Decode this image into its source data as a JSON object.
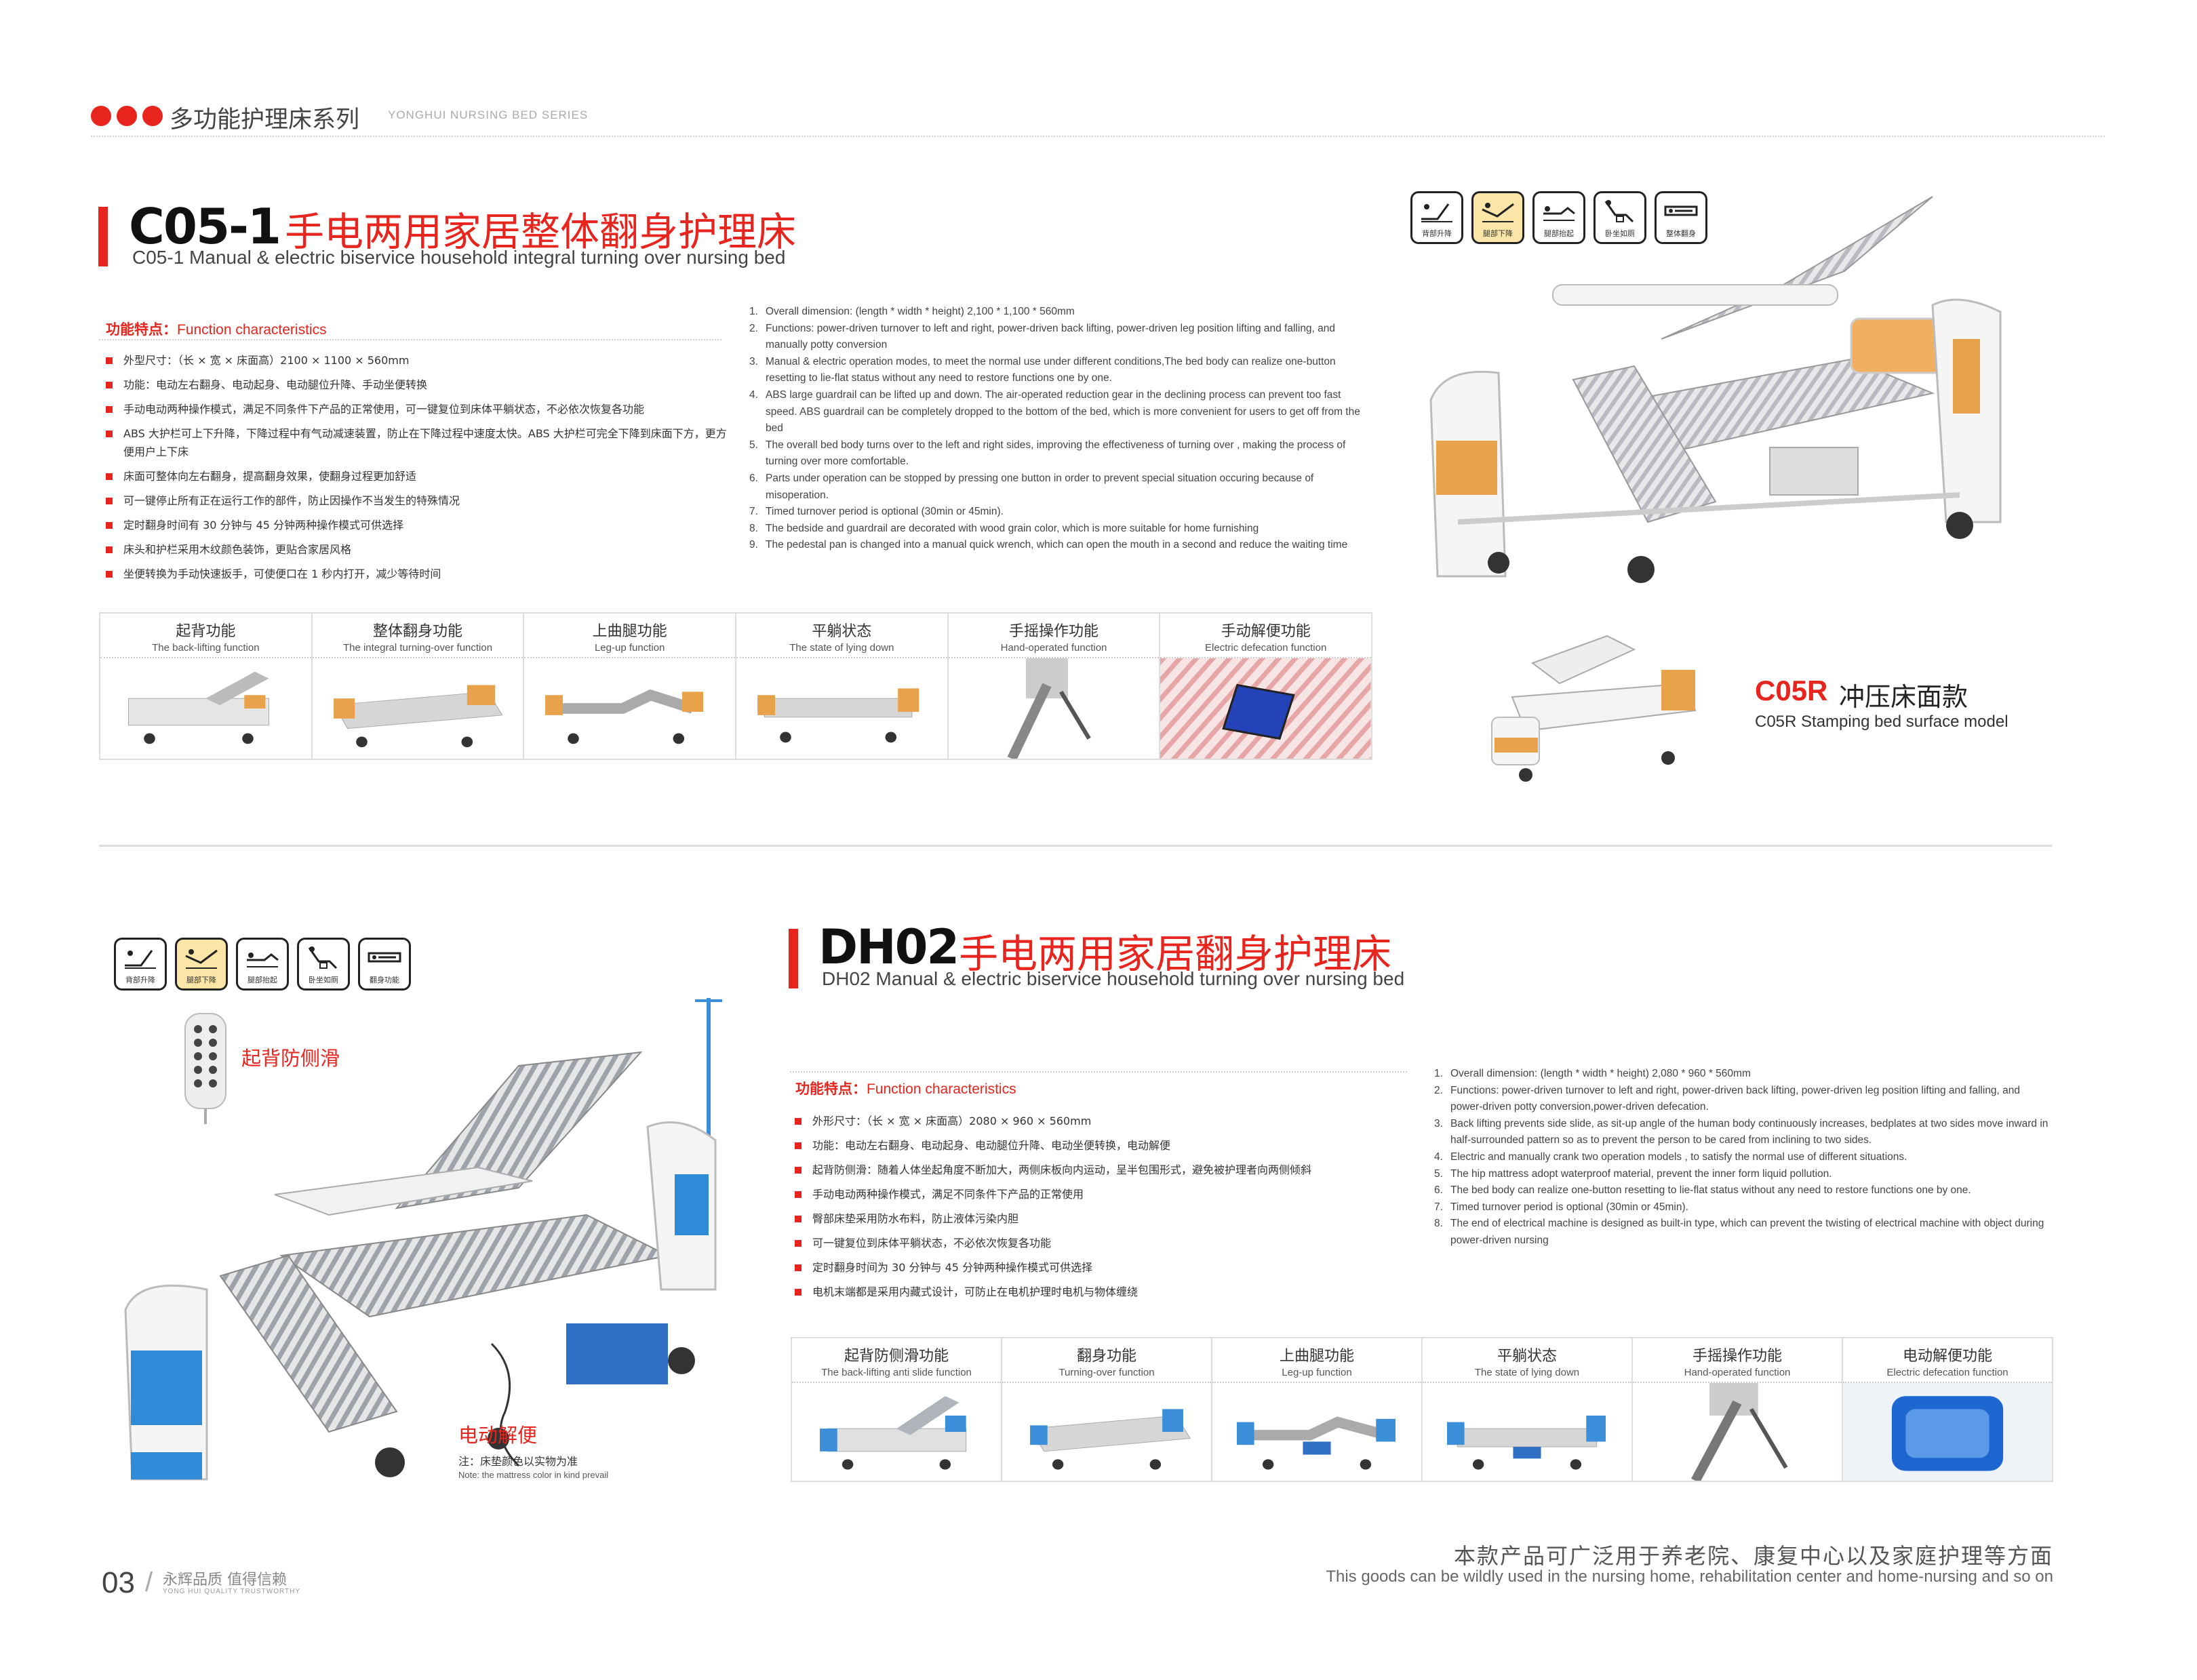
{
  "header": {
    "series_cn": "多功能护理床系列",
    "series_en": "YONGHUI NURSING BED SERIES"
  },
  "c05": {
    "model": "C05-1",
    "title_cn": "手电两用家居整体翻身护理床",
    "subtitle_en": "C05-1 Manual & electric biservice household integral turning over nursing bed",
    "feature_head_cn": "功能特点：",
    "feature_head_en": "Function characteristics",
    "features_cn": [
      "外型尺寸：（长 × 宽 × 床面高）2100 × 1100 × 560mm",
      "功能：电动左右翻身、电动起身、电动腿位升降、手动坐便转换",
      "手动电动两种操作模式，满足不同条件下产品的正常使用，可一键复位到床体平躺状态，不必依次恢复各功能",
      "ABS 大护栏可上下升降，下降过程中有气动减速装置，防止在下降过程中速度太快。ABS 大护栏可完全下降到床面下方，更方便用户上下床",
      "床面可整体向左右翻身，提高翻身效果，使翻身过程更加舒适",
      "可一键停止所有正在运行工作的部件，防止因操作不当发生的特殊情况",
      "定时翻身时间有 30 分钟与 45 分钟两种操作模式可供选择",
      "床头和护栏采用木纹颜色装饰，更贴合家居风格",
      "坐便转换为手动快速扳手，可使便口在 1 秒内打开，减少等待时间"
    ],
    "features_en": [
      {
        "n": "1.",
        "t": "Overall dimension: (length * width * height) 2,100 * 1,100 * 560mm"
      },
      {
        "n": "2.",
        "t": "Functions: power-driven turnover to left and right, power-driven back lifting, power-driven leg position lifting and falling, and manually potty conversion"
      },
      {
        "n": "3.",
        "t": "Manual & electric operation modes, to meet the normal use under different conditions,The bed body can realize one-button resetting to lie-flat status without any need to restore functions one by one."
      },
      {
        "n": "4.",
        "t": "ABS large guardrail can be lifted up and down. The air-operated reduction gear in the declining process can prevent too fast speed. ABS guardrail can be completely dropped to the bottom of the bed, which is more convenient for users to get off from the bed"
      },
      {
        "n": "5.",
        "t": "The overall bed body turns over to the left and right sides, improving the effectiveness of turning over , making the process of turning over more comfortable."
      },
      {
        "n": "6.",
        "t": "Parts under operation can be stopped by pressing one button in order to prevent special situation occuring because of misoperation."
      },
      {
        "n": "7.",
        "t": "Timed turnover period is optional (30min or 45min)."
      },
      {
        "n": "8.",
        "t": "The bedside and guardrail are decorated with wood grain color, which is more suitable for home furnishing"
      },
      {
        "n": "9.",
        "t": "The pedestal pan is changed into a manual quick wrench, which can open the mouth in a second and reduce the waiting time"
      }
    ],
    "icons": [
      {
        "label": "背部升降",
        "hl": false
      },
      {
        "label": "腿部下降",
        "hl": true
      },
      {
        "label": "腿部抬起",
        "hl": false
      },
      {
        "label": "卧坐如厕",
        "hl": false
      },
      {
        "label": "整体翻身",
        "hl": false
      }
    ],
    "functions": [
      {
        "cn": "起背功能",
        "en": "The back-lifting function"
      },
      {
        "cn": "整体翻身功能",
        "en": "The integral turning-over function"
      },
      {
        "cn": "上曲腿功能",
        "en": "Leg-up  function"
      },
      {
        "cn": "平躺状态",
        "en": "The state of lying down"
      },
      {
        "cn": "手摇操作功能",
        "en": "Hand-operated function"
      },
      {
        "cn": "手动解便功能",
        "en": "Electric defecation function"
      }
    ],
    "accent_color": "#f0a030"
  },
  "c05r": {
    "model": "C05R",
    "name_cn": "冲压床面款",
    "name_en": "C05R Stamping bed surface model"
  },
  "dh02": {
    "model": "DH02",
    "title_cn": "手电两用家居翻身护理床",
    "subtitle_en": "DH02 Manual & electric biservice  household turning over nursing bed",
    "feature_head_cn": "功能特点：",
    "feature_head_en": "Function characteristics",
    "features_cn": [
      "外形尺寸：（长 × 宽 × 床面高）2080 × 960 × 560mm",
      "功能：电动左右翻身、电动起身、电动腿位升降、电动坐便转换，电动解便",
      "起背防侧滑：随着人体坐起角度不断加大，两侧床板向内运动，呈半包围形式，避免被护理者向两侧倾斜",
      "手动电动两种操作模式，满足不同条件下产品的正常使用",
      "臀部床垫采用防水布料，防止液体污染内胆",
      "可一键复位到床体平躺状态，不必依次恢复各功能",
      "定时翻身时间为 30 分钟与 45 分钟两种操作模式可供选择",
      "电机末端都是采用内藏式设计，可防止在电机护理时电机与物体缠绕"
    ],
    "features_en": [
      {
        "n": "1.",
        "t": "Overall dimension: (length * width * height) 2,080 * 960 * 560mm"
      },
      {
        "n": "2.",
        "t": "Functions: power-driven turnover to left and right, power-driven back lifting, power-driven leg position lifting and falling, and power-driven potty conversion,power-driven defecation."
      },
      {
        "n": "3.",
        "t": "Back lifting prevents side slide, as sit-up angle of the human body continuously increases, bedplates at two sides move inward in half-surrounded pattern so as to prevent the person to be cared from inclining to two sides."
      },
      {
        "n": "4.",
        "t": "Electric and manually crank two operation models , to satisfy the normal use of different situations."
      },
      {
        "n": "5.",
        "t": "The hip mattress adopt waterproof material, prevent the inner form liquid pollution."
      },
      {
        "n": "6.",
        "t": "The bed body can realize one-button resetting to lie-flat status without any need to restore functions one by one."
      },
      {
        "n": "7.",
        "t": "Timed turnover period is optional (30min or 45min)."
      },
      {
        "n": "8.",
        "t": "The end of electrical machine is designed as built-in type, which can prevent the twisting of electrical machine with object during power-driven nursing"
      }
    ],
    "icons": [
      {
        "label": "背部升降",
        "hl": false
      },
      {
        "label": "腿部下降",
        "hl": true
      },
      {
        "label": "腿部抬起",
        "hl": false
      },
      {
        "label": "卧坐如厕",
        "hl": false
      },
      {
        "label": "翻身功能",
        "hl": false
      }
    ],
    "side_label": "起背防侧滑",
    "toilet_label": "电动解便",
    "note_cn": "注：床垫颜色以实物为准",
    "note_en": "Note: the mattress color in kind prevail",
    "functions": [
      {
        "cn": "起背防侧滑功能",
        "en": "The back-lifting anti slide function"
      },
      {
        "cn": "翻身功能",
        "en": "Turning-over function"
      },
      {
        "cn": "上曲腿功能",
        "en": "Leg-up  function"
      },
      {
        "cn": "平躺状态",
        "en": "The state of lying down"
      },
      {
        "cn": "手摇操作功能",
        "en": "Hand-operated function"
      },
      {
        "cn": "电动解便功能",
        "en": "Electric defecation function"
      }
    ],
    "accent_color": "#3a8fd8"
  },
  "footer": {
    "page": "03",
    "motto_cn": "永辉品质  值得信赖",
    "motto_en": "YONG HUI QUALITY TRUSTWORTHY",
    "usage_cn": "本款产品可广泛用于养老院、康复中心以及家庭护理等方面",
    "usage_en": "This goods can be wildly used in the nursing home, rehabilitation center and home-nursing and so on"
  }
}
